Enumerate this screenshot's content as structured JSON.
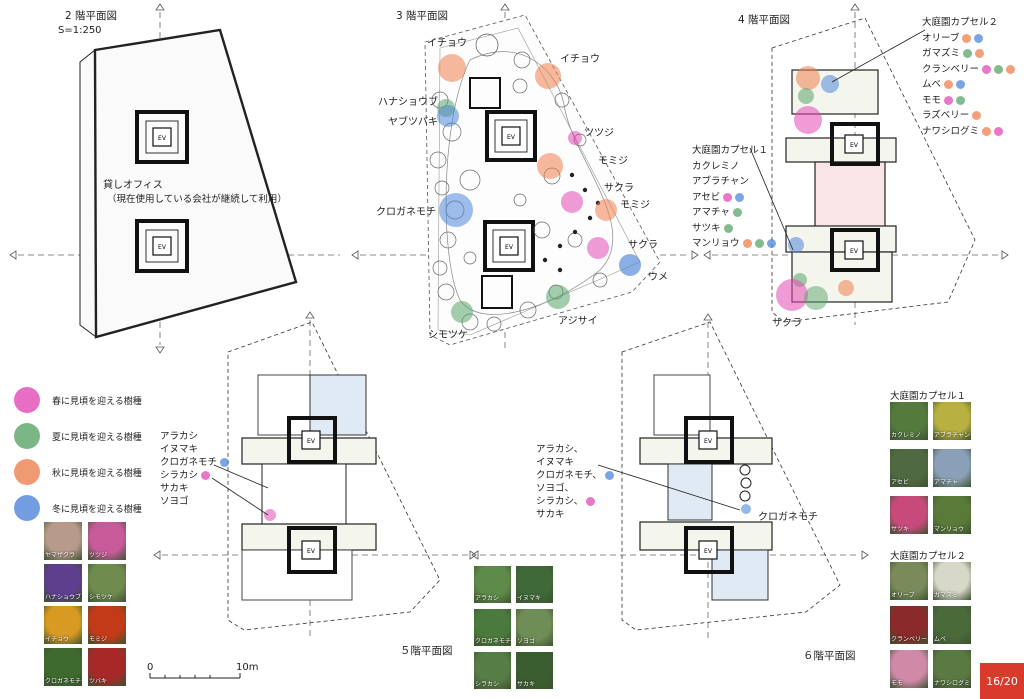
{
  "plan2": {
    "title": "2 階平面図",
    "scale": "S=1:250",
    "office_label": "貸しオフィス",
    "office_note": "（現在使用している会社が継続して利用）",
    "ev": "EV"
  },
  "plan3": {
    "title": "3 階平面図",
    "trees": [
      {
        "label": "イチョウ",
        "color": "#ee7f4d"
      },
      {
        "label": "イチョウ",
        "color": "#ee7f4d"
      },
      {
        "label": "ハナショウブ",
        "color": "#5aa469"
      },
      {
        "label": "ヤブツバキ",
        "color": "#4f86d9"
      },
      {
        "label": "ツツジ",
        "color": "#e24ab5"
      },
      {
        "label": "モミジ",
        "color": "#ee7f4d"
      },
      {
        "label": "サクラ",
        "color": "#e24ab5"
      },
      {
        "label": "モミジ",
        "color": "#ee7f4d"
      },
      {
        "label": "クロガネモチ",
        "color": "#4f86d9"
      },
      {
        "label": "サクラ",
        "color": "#e24ab5"
      },
      {
        "label": "ウメ",
        "color": "#4f86d9"
      },
      {
        "label": "シモツケ",
        "color": "#5aa469"
      },
      {
        "label": "アジサイ",
        "color": "#5aa469"
      }
    ]
  },
  "plan4": {
    "title": "4 階平面図",
    "capsule2": {
      "title": "大庭園カプセル２",
      "items": [
        {
          "name": "オリーブ",
          "dots": [
            "#ee7f4d",
            "#4f86d9"
          ]
        },
        {
          "name": "ガマズミ",
          "dots": [
            "#5aa469",
            "#ee7f4d"
          ]
        },
        {
          "name": "クランベリー",
          "dots": [
            "#e24ab5",
            "#5aa469",
            "#ee7f4d"
          ]
        },
        {
          "name": "ムベ",
          "dots": [
            "#ee7f4d",
            "#4f86d9"
          ]
        },
        {
          "name": "モモ",
          "dots": [
            "#e24ab5",
            "#5aa469"
          ]
        },
        {
          "name": "ラズベリー",
          "dots": [
            "#ee7f4d"
          ]
        },
        {
          "name": "ナワシログミ",
          "dots": [
            "#ee7f4d",
            "#e24ab5"
          ]
        }
      ]
    },
    "capsule1": {
      "title": "大庭園カプセル１",
      "items": [
        {
          "name": "カクレミノ",
          "dots": []
        },
        {
          "name": "アブラチャン",
          "dots": []
        },
        {
          "name": "アセビ",
          "dots": [
            "#e24ab5",
            "#4f86d9"
          ]
        },
        {
          "name": "アマチャ",
          "dots": [
            "#5aa469"
          ]
        },
        {
          "name": "サツキ",
          "dots": [
            "#5aa469"
          ]
        },
        {
          "name": "マンリョウ",
          "dots": [
            "#ee7f4d",
            "#5aa469",
            "#4f86d9"
          ]
        }
      ]
    },
    "sakura": "サクラ"
  },
  "plan5": {
    "title": "５階平面図",
    "list": [
      "アラカシ",
      "イヌマキ",
      "クロガネモチ",
      "シラカシ",
      "サカキ",
      "ソヨゴ"
    ],
    "scale_zero": "0",
    "scale_ten": "10m"
  },
  "plan6": {
    "title": "６階平面図",
    "list": [
      "アラカシ、",
      "イヌマキ",
      "クロガネモチ、",
      "ソヨゴ、",
      "シラカシ、",
      "サカキ"
    ],
    "kurogane": "クロガネモチ"
  },
  "legend": [
    {
      "label": "春に見頃を迎える樹種",
      "color": "#e24ab5"
    },
    {
      "label": "夏に見頃を迎える樹種",
      "color": "#5aa469"
    },
    {
      "label": "秋に見頃を迎える樹種",
      "color": "#ee7f4d"
    },
    {
      "label": "冬に見頃を迎える樹種",
      "color": "#4f86d9"
    }
  ],
  "left_photos": [
    {
      "label": "ヤマザクラ",
      "color": "#b89a8a"
    },
    {
      "label": "ツツジ",
      "color": "#c85a9a"
    },
    {
      "label": "ハナショウブ",
      "color": "#5d3f8e"
    },
    {
      "label": "シモツケ",
      "color": "#6f8c4e"
    },
    {
      "label": "イチョウ",
      "color": "#d89a22"
    },
    {
      "label": "モミジ",
      "color": "#c23a18"
    },
    {
      "label": "クロガネモチ",
      "color": "#3f6a2e"
    },
    {
      "label": "ツバキ",
      "color": "#a82828"
    }
  ],
  "mid_photos": [
    {
      "label": "アラカシ",
      "color": "#5e8a4a"
    },
    {
      "label": "イヌマキ",
      "color": "#3f6a38"
    },
    {
      "label": "クロガネモチ",
      "color": "#4a7a3c"
    },
    {
      "label": "ソヨゴ",
      "color": "#6f8d56"
    },
    {
      "label": "シラカシ",
      "color": "#567d46"
    },
    {
      "label": "サカキ",
      "color": "#3a5e30"
    }
  ],
  "right_photos": {
    "cap1_title": "大庭園カプセル１",
    "cap1": [
      {
        "label": "カクレミノ",
        "color": "#557a3e"
      },
      {
        "label": "アブラチャン",
        "color": "#b8b040"
      },
      {
        "label": "アセビ",
        "color": "#4f6a42"
      },
      {
        "label": "アマチャ",
        "color": "#8aa0b8"
      },
      {
        "label": "サツキ",
        "color": "#c84a7a"
      },
      {
        "label": "マンリョウ",
        "color": "#5a7a3a"
      }
    ],
    "cap2_title": "大庭園カプセル２",
    "cap2": [
      {
        "label": "オリーブ",
        "color": "#7a8a5a"
      },
      {
        "label": "ガマズミ",
        "color": "#d8d8c8"
      },
      {
        "label": "クランベリー",
        "color": "#8a2a2a"
      },
      {
        "label": "ムベ",
        "color": "#4a6a3a"
      },
      {
        "label": "モモ",
        "color": "#d08aa8"
      },
      {
        "label": "ナワシログミ",
        "color": "#5a7a42"
      }
    ]
  },
  "page": "16/20"
}
